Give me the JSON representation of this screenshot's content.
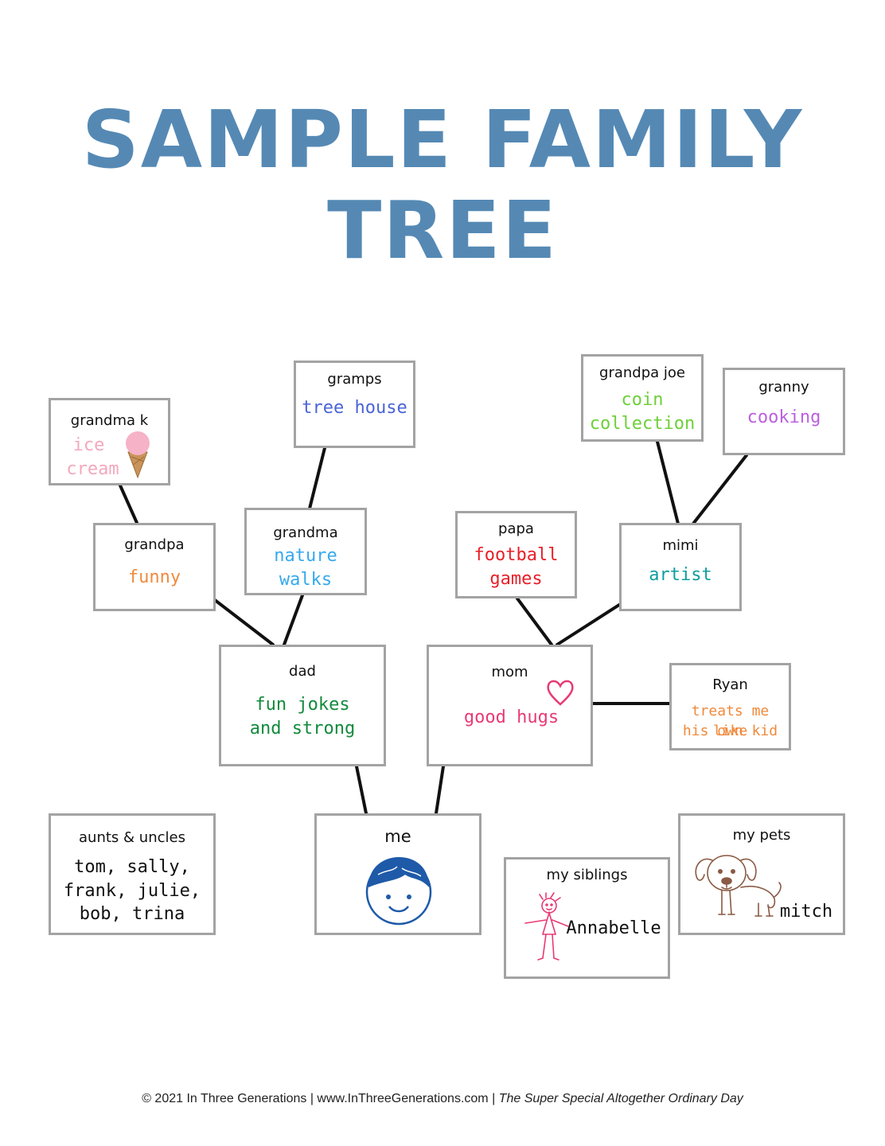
{
  "title": {
    "line1": "SAMPLE FAMILY",
    "line2": "TREE"
  },
  "people": {
    "grandma_k": {
      "name": "grandma k",
      "note1": "ice",
      "note2": "cream",
      "color": "#f4a8bd"
    },
    "gramps": {
      "name": "gramps",
      "note1": "tree house",
      "color": "#4a64d6"
    },
    "grandpa_joe": {
      "name": "grandpa joe",
      "note1": "coin",
      "note2": "collection",
      "color": "#6ed03a"
    },
    "granny": {
      "name": "granny",
      "note1": "cooking",
      "color": "#bb5fe0"
    },
    "grandpa": {
      "name": "grandpa",
      "note1": "funny",
      "color": "#f08a3c"
    },
    "grandma": {
      "name": "grandma",
      "note1": "nature",
      "note2": "walks",
      "color": "#35a9ec"
    },
    "papa": {
      "name": "papa",
      "note1": "football",
      "note2": "games",
      "color": "#e8202a"
    },
    "mimi": {
      "name": "mimi",
      "note1": "artist",
      "color": "#0f9e9e"
    },
    "dad": {
      "name": "dad",
      "note1": "fun jokes",
      "note2": "and strong",
      "color": "#128a3c"
    },
    "mom": {
      "name": "mom",
      "note1": "good hugs",
      "color": "#e83a74"
    },
    "ryan": {
      "name": "Ryan",
      "note1": "treats me like",
      "note2": "his own kid",
      "color": "#f08a3c"
    },
    "me": {
      "name": "me",
      "color": "#1e5aa8"
    },
    "aunts_uncles": {
      "name": "aunts & uncles",
      "note1": "tom, sally,",
      "note2": "frank, julie,",
      "note3": "bob, trina"
    },
    "siblings": {
      "name": "my siblings",
      "note1": "Annabelle",
      "color": "#e83a74"
    },
    "pets": {
      "name": "my pets",
      "note1": "mitch",
      "color": "#8a5a44"
    }
  },
  "icons": [
    "ice-cream-icon",
    "heart-icon",
    "boy-face-icon",
    "girl-drawing-icon",
    "dog-drawing-icon"
  ],
  "footer": {
    "text": "© 2021 In Three Generations | www.InThreeGenerations.com | ",
    "book": "The Super Special Altogether Ordinary Day"
  },
  "colors": {
    "title": "#5589b4",
    "box_border": "#a3a3a3",
    "connector": "#111111"
  }
}
